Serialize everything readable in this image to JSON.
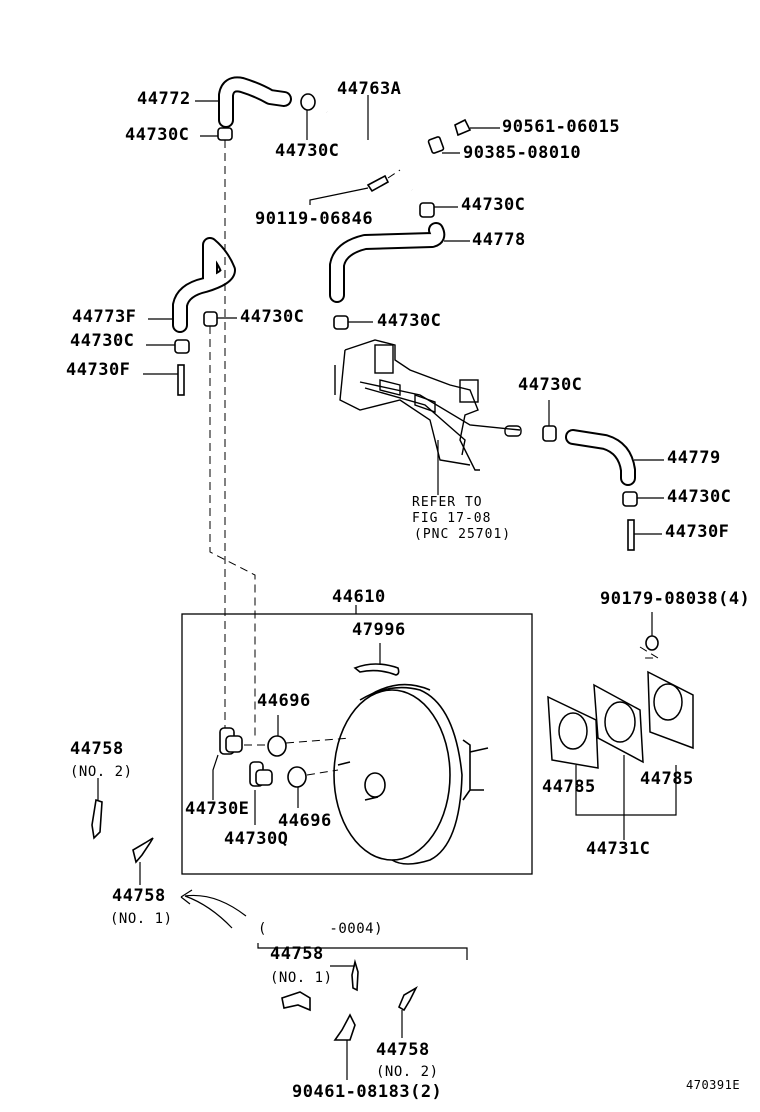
{
  "labels": {
    "p44772": "44772",
    "p44730c_a": "44730C",
    "p44763a": "44763A",
    "p44730c_b": "44730C",
    "p90561": "90561-06015",
    "p90385": "90385-08010",
    "p90119": "90119-06846",
    "p44730c_c": "44730C",
    "p44778": "44778",
    "p44773f": "44773F",
    "p44730c_d": "44730C",
    "p44730c_e": "44730C",
    "p44730c_f": "44730C",
    "p44730f_a": "44730F",
    "p44730c_g": "44730C",
    "p44779": "44779",
    "refer1": "REFER TO",
    "refer2": "FIG 17-08",
    "refer3": "(PNC 25701)",
    "p44730c_h": "44730C",
    "p44730f_b": "44730F",
    "p44610": "44610",
    "p90179": "90179-08038(4)",
    "p47996": "47996",
    "p44696_a": "44696",
    "p44758_a": "44758",
    "p44758_a_no": "(NO. 2)",
    "p44785_a": "44785",
    "p44785_b": "44785",
    "p44730e": "44730E",
    "p44696_b": "44696",
    "p44730q": "44730Q",
    "p44731c": "44731C",
    "p44758_b": "44758",
    "p44758_b_no": "(NO. 1)",
    "range": "(       -0004)",
    "p44758_c": "44758",
    "p44758_c_no": "(NO. 1)",
    "p44758_d": "44758",
    "p44758_d_no": "(NO. 2)",
    "p90461": "90461-08183(2)",
    "figure_id": "470391E"
  }
}
